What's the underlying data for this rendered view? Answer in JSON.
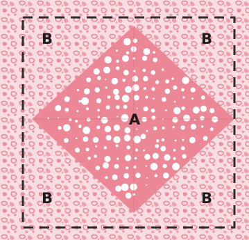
{
  "labels": {
    "center": "A",
    "top_left": "B",
    "top_right": "B",
    "bottom_left": "B",
    "bottom_right": "B"
  },
  "colors": {
    "background": "#f7dde1",
    "leopard_spot": "#ea8d9c",
    "leopard_ring": "#ee9fac",
    "center_square": "#ec8796",
    "polka_dot": "#ffffff",
    "seam_line": "#d9707f",
    "dashed_border": "#2b2b2b",
    "label_text": "#1c1c1c"
  }
}
